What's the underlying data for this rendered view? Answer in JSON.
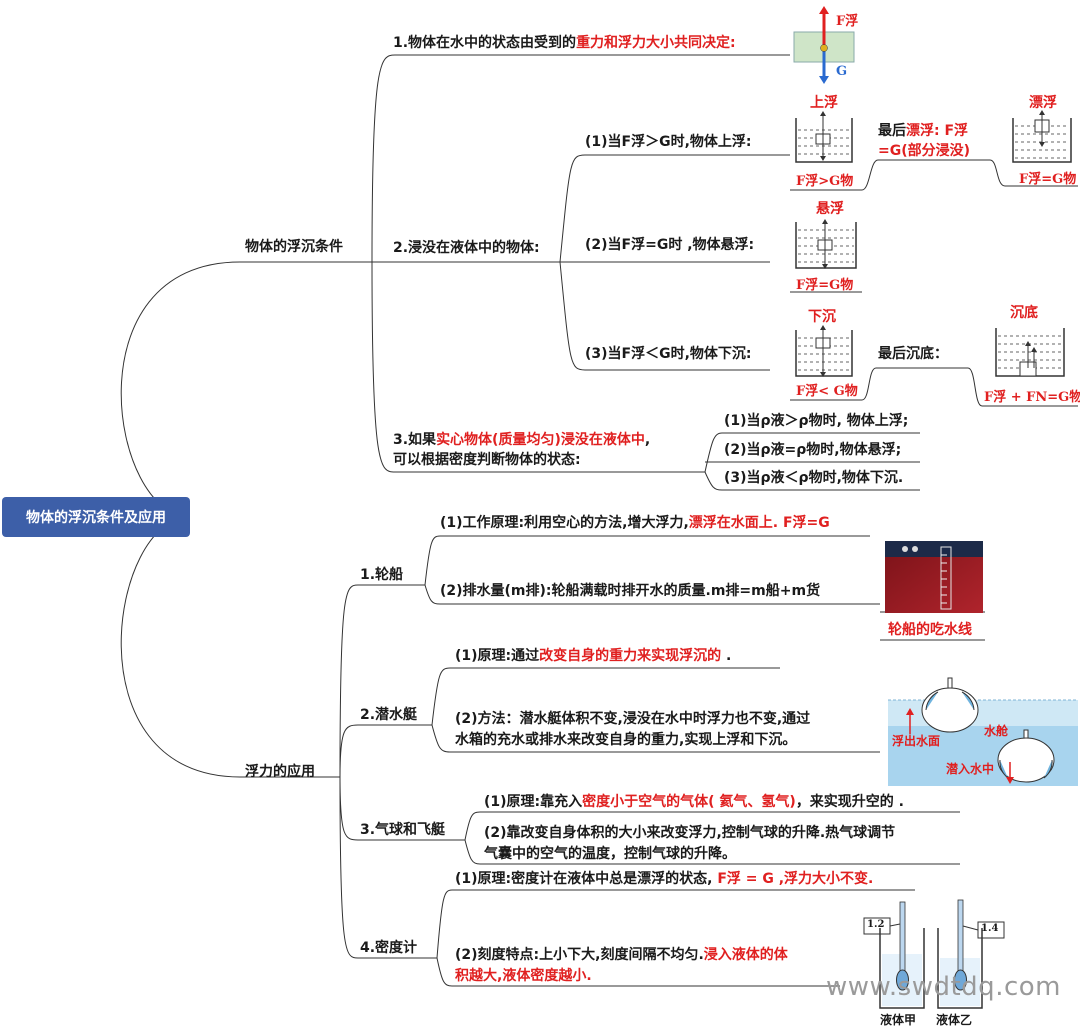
{
  "root": {
    "label": "物体的浮沉条件及应用"
  },
  "branch1": {
    "label": "物体的浮沉条件",
    "item1": {
      "prefix": "1.物体在水中的状态由受到的",
      "emph": "重力和浮力大小共同决定:"
    },
    "item2": {
      "label": "2.浸没在液体中的物体:",
      "sub1": {
        "label": "(1)当F浮＞G时,物体上浮:",
        "fig_title": "上浮",
        "fig_caption": "F浮>G物",
        "next_prefix": "最后",
        "next_emph1": "漂浮: F浮",
        "next_emph2": "=G(部分浸没)",
        "next_fig_title": "漂浮",
        "next_fig_caption": "F浮=G物"
      },
      "sub2": {
        "label": "(2)当F浮=G时 ,物体悬浮:",
        "fig_title": "悬浮",
        "fig_caption": "F浮=G物"
      },
      "sub3": {
        "label": "(3)当F浮＜G时,物体下沉:",
        "fig_title": "下沉",
        "fig_caption": "F浮< G物",
        "next_label": "最后沉底：",
        "next_fig_title": "沉底",
        "next_fig_caption": "F浮 + FN=G物"
      }
    },
    "item3": {
      "line1_prefix": "3.如果",
      "line1_emph": "实心物体(质量均匀)浸没在液体中",
      "line1_suffix": ",",
      "line2": "可以根据密度判断物体的状态:",
      "subs": [
        "(1)当ρ液＞ρ物时, 物体上浮;",
        "(2)当ρ液=ρ物时,物体悬浮;",
        "(3)当ρ液＜ρ物时,物体下沉."
      ]
    }
  },
  "branch2": {
    "label": "浮力的应用",
    "ship": {
      "label": "1.轮船",
      "sub1_prefix": "(1)工作原理:利用空心的方法,增大浮力,",
      "sub1_emph": "漂浮在水面上. F浮=G",
      "sub2": "(2)排水量(m排):轮船满载时排开水的质量.m排=m船+m货",
      "photo_caption": "轮船的吃水线"
    },
    "sub": {
      "label": "2.潜水艇",
      "sub1_prefix": "(1)原理:通过",
      "sub1_emph": "改变自身的重力来实现浮沉的",
      "sub1_suffix": " .",
      "sub2_line1": "(2)方法：潜水艇体积不变,浸没在水中时浮力也不变,通过",
      "sub2_line2": "水箱的充水或排水来改变自身的重力,实现上浮和下沉。",
      "fig_label_tank": "水舱",
      "fig_label_up": "浮出水面",
      "fig_label_down": "潜入水中"
    },
    "balloon": {
      "label": "3.气球和飞艇",
      "sub1_prefix": "(1)原理:靠充入",
      "sub1_emph": "密度小于空气的气体( 氦气、氢气)",
      "sub1_suffix": "，来实现升空的 .",
      "sub2_line1": "(2)靠改变自身体积的大小来改变浮力,控制气球的升降.热气球调节",
      "sub2_line2": "气囊中的空气的温度，控制气球的升降。"
    },
    "hydro": {
      "label": "4.密度计",
      "sub1_prefix": "(1)原理:密度计在液体中总是漂浮的状态, ",
      "sub1_emph": "F浮 = G ,浮力大小不变.",
      "sub2_prefix": "(2)刻度特点:上小下大,刻度间隔不均匀.",
      "sub2_emph1": "浸入液体的体",
      "sub2_emph2": "积越大,液体密度越小.",
      "fig_val1": "1.2",
      "fig_val2": "1.4",
      "fig_label1": "液体甲",
      "fig_label2": "液体乙"
    }
  },
  "figure1": {
    "label_top": "F浮",
    "label_bottom": "G"
  },
  "watermark": "www.swdtdq.com"
}
